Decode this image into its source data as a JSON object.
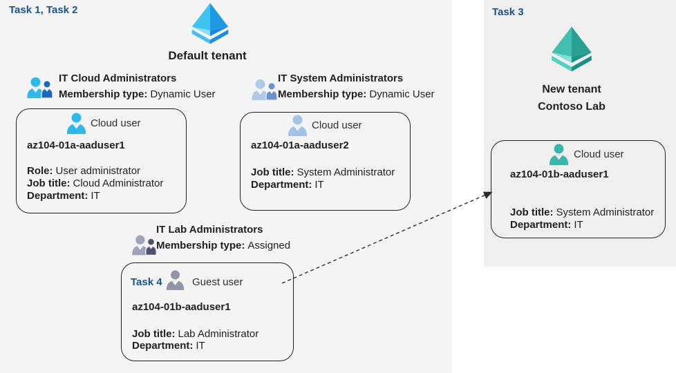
{
  "colors": {
    "task_label": "#1B5288",
    "text": "#1F1F1F",
    "box_border": "#1F1F1F",
    "left_bg": "#F4F4F5",
    "gutter_bg": "#FFFFFF",
    "right_panel_bg": "#EFEFF0",
    "arrow": "#2B2B2B"
  },
  "icon_colors": {
    "tenant_blue_ul": "#3FC3F1",
    "tenant_blue_ll": "#8BDDF9",
    "tenant_blue_ur": "#1E99E6",
    "tenant_blue_lr": "#1787D9",
    "tenant_blue_base_l": "#45BEF1",
    "tenant_blue_base_r": "#1D8FE0",
    "tenant_teal_ul": "#43BFB2",
    "tenant_teal_ll": "#82DED2",
    "tenant_teal_ur": "#27A093",
    "tenant_teal_lr": "#1E9286",
    "tenant_teal_base_l": "#55D0C3",
    "tenant_teal_base_r": "#1B8F84",
    "cloud_user_cyan": "#2FB9E8",
    "cloud_user_periwinkle": "#A3C3E6",
    "guest_user_gray": "#9295A6",
    "cloud_user_teal": "#3AB5AC",
    "group_cloud_big": "#2FB9E8",
    "group_cloud_small": "#1C67C0",
    "group_system_big": "#AECAE8",
    "group_system_small": "#6C92CC",
    "group_lab_big": "#9FA2B8",
    "group_lab_small": "#50516F"
  },
  "left_panel": {
    "task_label": "Task 1, Task 2",
    "tenant_name": "Default tenant",
    "groups": [
      {
        "title": "IT Cloud Administrators",
        "membership_label": "Membership type:",
        "membership_value": "Dynamic User",
        "user": {
          "type_label": "Cloud user",
          "name": "az104-01a-aaduser1",
          "fields": [
            {
              "label": "Role:",
              "value": "User administrator"
            },
            {
              "label": "Job title:",
              "value": "Cloud Administrator"
            },
            {
              "label": "Department:",
              "value": "IT"
            }
          ]
        }
      },
      {
        "title": "IT System Administrators",
        "membership_label": "Membership type:",
        "membership_value": "Dynamic User",
        "user": {
          "type_label": "Cloud user",
          "name": "az104-01a-aaduser2",
          "fields": [
            {
              "label": "Job title:",
              "value": "System Administrator"
            },
            {
              "label": "Department:",
              "value": "IT"
            }
          ]
        }
      },
      {
        "title": "IT Lab Administrators",
        "membership_label": "Membership type:",
        "membership_value": "Assigned",
        "user": {
          "task_label": "Task 4",
          "type_label": "Guest user",
          "name": "az104-01b-aaduser1",
          "fields": [
            {
              "label": "Job title:",
              "value": "Lab Administrator"
            },
            {
              "label": "Department:",
              "value": "IT"
            }
          ]
        }
      }
    ]
  },
  "right_panel": {
    "task_label": "Task 3",
    "tenant_name_line1": "New tenant",
    "tenant_name_line2": "Contoso Lab",
    "user": {
      "type_label": "Cloud user",
      "name": "az104-01b-aaduser1",
      "fields": [
        {
          "label": "Job title:",
          "value": "System Administrator"
        },
        {
          "label": "Department:",
          "value": "IT"
        }
      ]
    }
  }
}
